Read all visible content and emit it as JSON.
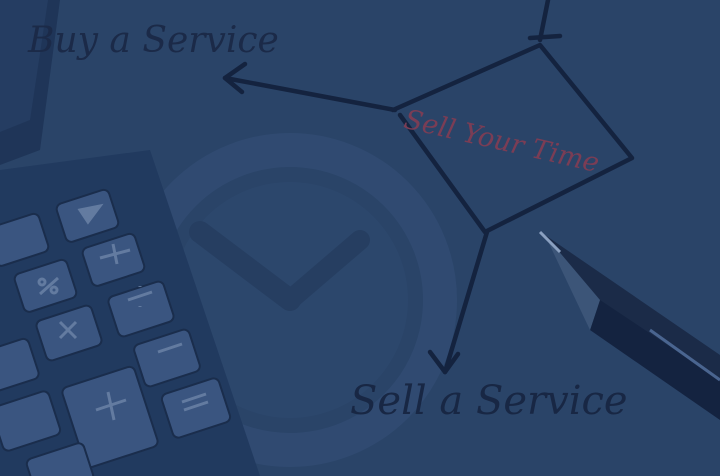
{
  "labels": {
    "buy_service": "Buy a Service",
    "sell_your_time": "Sell Your Time",
    "sell_service": "Sell a Service"
  },
  "colors": {
    "overlay": "#2a4468",
    "ink": "#1b2a48",
    "time_text": "#7a3d55"
  },
  "icons": {
    "calculator": "calculator-icon",
    "pen": "pen-icon",
    "clock": "clock-icon"
  }
}
